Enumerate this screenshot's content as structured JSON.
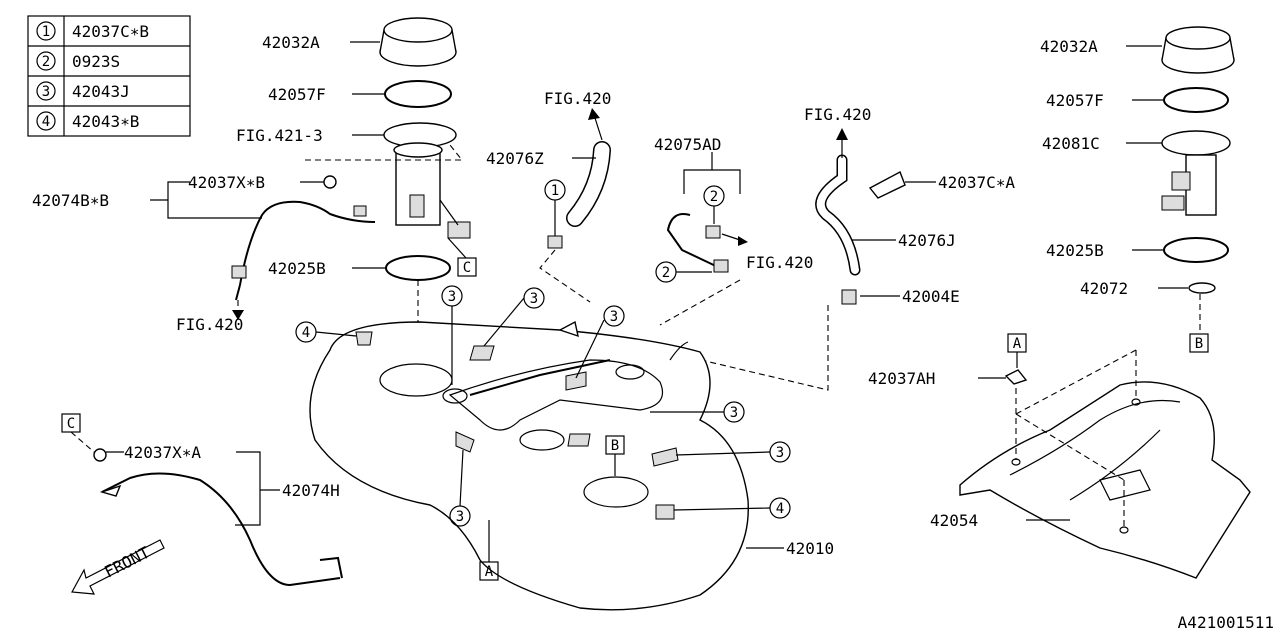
{
  "legend": [
    {
      "num": "1",
      "part": "42037C∗B"
    },
    {
      "num": "2",
      "part": "0923S"
    },
    {
      "num": "3",
      "part": "42043J"
    },
    {
      "num": "4",
      "part": "42043∗B"
    }
  ],
  "labels": {
    "cap_left": "42032A",
    "gasket_left": "42057F",
    "fig421": "FIG.421-3",
    "hose_z": "42076Z",
    "fig420_top": "FIG.420",
    "assy_ad": "42075AD",
    "fig420_mid": "FIG.420",
    "fig420_right_top": "FIG.420",
    "clip_ca": "42037C∗A",
    "hose_j": "42076J",
    "valve_e": "42004E",
    "tube_b": "42074B∗B",
    "clip_xb": "42037X∗B",
    "gasket_b": "42025B",
    "fig420_left": "FIG.420",
    "clip_xa": "42037X∗A",
    "tube_h": "42074H",
    "front": "FRONT",
    "tank": "42010",
    "cap_right": "42032A",
    "gasket_right": "42057F",
    "pump_c": "42081C",
    "gasket_b_right": "42025B",
    "plate_72": "42072",
    "clip_ah": "42037AH",
    "protector": "42054",
    "drawing_id": "A421001511"
  },
  "callouts": {
    "one": "1",
    "two": "2",
    "three": "3",
    "four": "4"
  },
  "refs": {
    "a": "A",
    "b": "B",
    "c": "C"
  }
}
